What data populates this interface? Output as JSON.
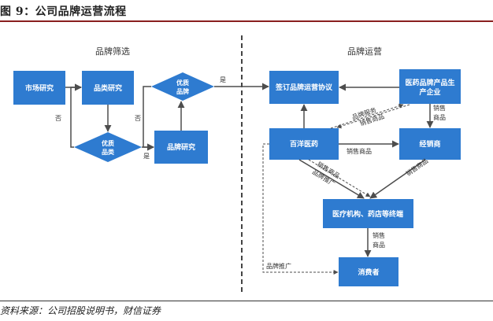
{
  "figure_title": "图 9：公司品牌运营流程",
  "source": "资料来源：公司招股说明书，财信证券",
  "sections": {
    "left": "品牌筛选",
    "right": "品牌运营"
  },
  "nodes": {
    "market_research": "市场研究",
    "category_research": "品类研究",
    "quality_category": [
      "优质",
      "品类"
    ],
    "quality_brand": [
      "优质",
      "品牌"
    ],
    "brand_research": "品牌研究",
    "sign_agreement": "签订品牌运营协议",
    "manufacturer": [
      "医药品牌产品生",
      "产企业"
    ],
    "baiyang": "百洋医药",
    "distributor": "经销商",
    "terminal": "医疗机构、药店等终端",
    "consumer": "消费者"
  },
  "edge_labels": {
    "no_left": "否",
    "no_mid": "否",
    "yes_bottom": "是",
    "yes_top": "是",
    "brand_service": "品牌服务",
    "sell_goods_diag": "销售商品",
    "sell_goods_right_v": [
      "销",
      "售",
      "商",
      "品"
    ],
    "sell_goods_horiz": "销售商品",
    "sell_goods_right_diag": "销售商品",
    "sell_goods_bottom_diag": "销售商品",
    "brand_promotion_diag": "品牌推广",
    "sell_goods_bottom_v": [
      "销",
      "售",
      "商",
      "品"
    ],
    "brand_promotion": "品牌推广"
  },
  "colors": {
    "box": "#2e7bd0",
    "arrow": "#4d4d4d",
    "rule": "#8a1f1f"
  }
}
